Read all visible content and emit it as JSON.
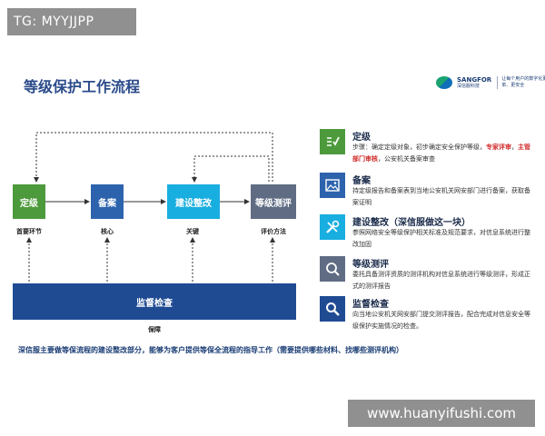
{
  "watermark_top": "TG: MYYJJPP",
  "watermark_bottom": "www.huanyifushi.com",
  "title": "等级保护工作流程",
  "logo": {
    "brand": "SANGFOR",
    "cn": "深信服科技",
    "slogan": "让每个用户的数字化更简单、更安全"
  },
  "flow": {
    "steps": [
      {
        "label": "定级",
        "caption": "首要环节",
        "color": "#4d9a3c"
      },
      {
        "label": "备案",
        "caption": "核心",
        "color": "#2d63ad"
      },
      {
        "label": "建设整改",
        "caption": "关键",
        "color": "#19aee0"
      },
      {
        "label": "等级测评",
        "caption": "评价方法",
        "color": "#5f6c83"
      }
    ],
    "supervision": {
      "label": "监督检查",
      "caption": "保障"
    }
  },
  "items": [
    {
      "icon": "checklist-icon",
      "color": "#4d9a3c",
      "title": "定级",
      "desc_a": "步骤：确定定级对象，初步确定安全保护等级，",
      "desc_red1": "专家评审",
      "desc_b": "，",
      "desc_red2": "主管部门审核",
      "desc_c": "，公安机关备案审查"
    },
    {
      "icon": "image-icon",
      "color": "#2d63ad",
      "title": "备案",
      "desc": "持定级报告和备案表到当地公安机关网安部门进行备案，获取备案证明"
    },
    {
      "icon": "tools-icon",
      "color": "#19aee0",
      "title": "建设整改（深信服做这一块）",
      "desc": "参照网络安全等级保护相关标准及规范要求，对信息系统进行整改加固"
    },
    {
      "icon": "magnifier-icon",
      "color": "#5f6c83",
      "title": "等级测评",
      "desc": "委托具备测评资质的测评机构对信息系统进行等级测评，形成正式的测评报告"
    },
    {
      "icon": "search-icon",
      "color": "#1f4b93",
      "title": "监督检查",
      "desc": "向当地公安机关网安部门提交测评报告，配合完成对信息安全等级保护实施情况的检查。"
    }
  ],
  "bottom_text": "深信服主要做等保流程的建设整改部分，能够为客户提供等保全流程的指导工作（需要提供哪些材料、找哪些测评机构）"
}
